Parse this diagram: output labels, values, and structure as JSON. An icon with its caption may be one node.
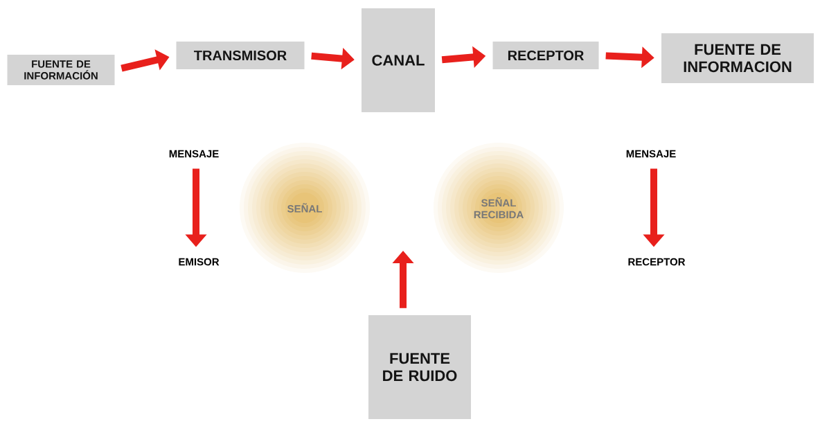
{
  "diagram": {
    "nodes": [
      {
        "text": [
          "FUENTE DE INFORMACIÓN"
        ]
      },
      {
        "text": [
          "TRANSMISOR"
        ]
      },
      {
        "text": [
          "CANAL"
        ]
      },
      {
        "text": [
          "RECEPTOR"
        ]
      },
      {
        "text": [
          "FUENTE DE INFORMACION"
        ]
      },
      {
        "text": [
          "MENSAJE"
        ]
      },
      {
        "text": [
          "EMISOR"
        ]
      },
      {
        "text": [
          "SEÑAL"
        ]
      },
      {
        "text": [
          "SEÑAL RECIBIDA"
        ]
      },
      {
        "text": [
          "MENSAJE"
        ]
      },
      {
        "text": [
          "RECEPTOR"
        ]
      },
      {
        "text": [
          "FUENTE DE RUIDO"
        ]
      }
    ],
    "edges": [
      {
        "from": 0,
        "to": 1,
        "arrow": "to"
      },
      {
        "from": 1,
        "to": 2,
        "arrow": "to"
      },
      {
        "from": 2,
        "to": 3,
        "arrow": "to"
      },
      {
        "from": 3,
        "to": 4,
        "arrow": "to"
      },
      {
        "from": 5,
        "to": 6,
        "arrow": "to"
      },
      {
        "from": 9,
        "to": 10,
        "arrow": "to"
      },
      {
        "from": 11,
        "to": null,
        "arrow": "to"
      }
    ]
  }
}
